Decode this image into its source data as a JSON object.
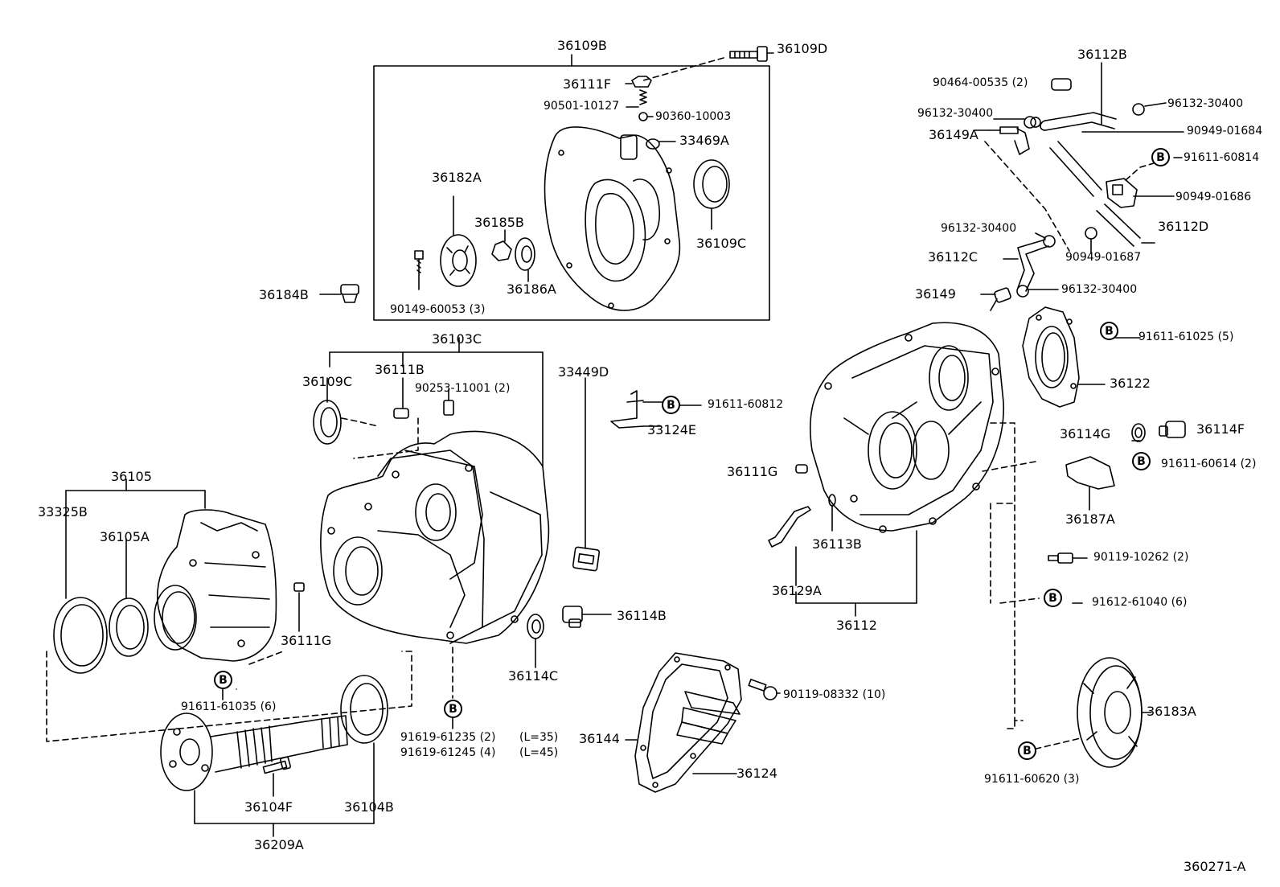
{
  "diagram_id": "360271-A",
  "inset_box": {
    "title": "36109B",
    "parts": [
      "36109D",
      "36111F",
      "90501-10127",
      "90360-10003",
      "33469A",
      "36182A",
      "36185B",
      "36109C",
      "36186A",
      "90149-60053 (3)"
    ]
  },
  "labels": {
    "p36109B": "36109B",
    "p36109D": "36109D",
    "p36111F": "36111F",
    "p90501_10127": "90501-10127",
    "p90360_10003": "90360-10003",
    "p33469A": "33469A",
    "p36182A": "36182A",
    "p36185B": "36185B",
    "p36109C_top": "36109C",
    "p36186A": "36186A",
    "p90149_60053": "90149-60053 (3)",
    "p36184B": "36184B",
    "p36103C": "36103C",
    "p36109C": "36109C",
    "p36111B": "36111B",
    "p90253_11001": "90253-11001 (2)",
    "p33449D": "33449D",
    "p91611_60812": "91611-60812",
    "p33124E": "33124E",
    "p36105": "36105",
    "p33325B": "33325B",
    "p36105A": "36105A",
    "p36111G": "36111G",
    "p91611_61035": "91611-61035 (6)",
    "p36114B": "36114B",
    "p36114C": "36114C",
    "p91619_61235": "91619-61235 (2)",
    "p91619_61245": "91619-61245 (4)",
    "pL35": "(L=35)",
    "pL45": "(L=45)",
    "p36104F": "36104F",
    "p36104B": "36104B",
    "p36209A": "36209A",
    "p90119_08332": "90119-08332 (10)",
    "p36144": "36144",
    "p36124": "36124",
    "p36112B": "36112B",
    "p90464_00535": "90464-00535 (2)",
    "p96132_30400_a": "96132-30400",
    "p96132_30400_b": "96132-30400",
    "p36149A": "36149A",
    "p90949_01684": "90949-01684",
    "p91611_60814": "91611-60814",
    "p90949_01686": "90949-01686",
    "p96132_30400_c": "96132-30400",
    "p36112D": "36112D",
    "p36112C": "36112C",
    "p90949_01687": "90949-01687",
    "p36149": "36149",
    "p96132_30400_d": "96132-30400",
    "p91611_61025": "91611-61025 (5)",
    "p36122": "36122",
    "p36114G": "36114G",
    "p36114F": "36114F",
    "p36111G_r": "36111G",
    "p91611_60614": "91611-60614 (2)",
    "p36187A": "36187A",
    "p36113B": "36113B",
    "p36129A": "36129A",
    "p36112": "36112",
    "p90119_10262": "90119-10262 (2)",
    "p91612_61040": "91612-61040 (6)",
    "p36183A": "36183A",
    "p91611_60620": "91611-60620 (3)",
    "p360271A": "360271-A",
    "b_mark": "B"
  }
}
